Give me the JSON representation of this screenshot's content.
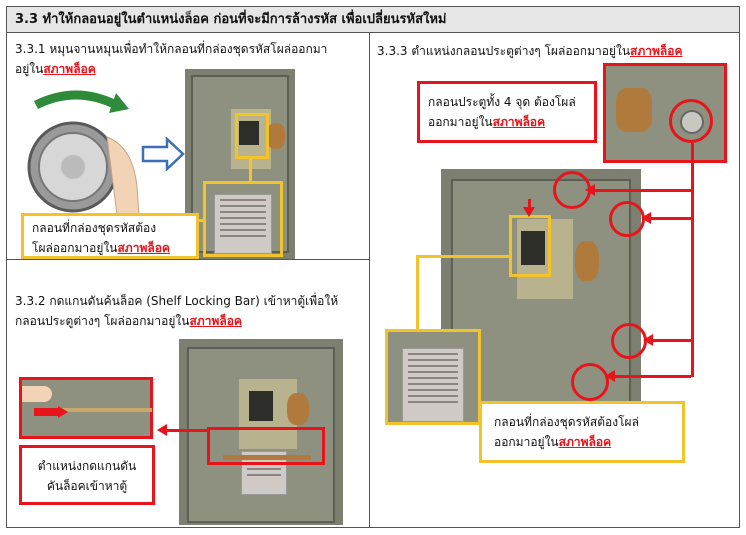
{
  "header": {
    "title": "3.3 ทำให้กลอนอยู่ในตำแหน่งล็อค ก่อนที่จะมีการล้างรหัส เพื่อเปลี่ยนรหัสใหม่"
  },
  "step1": {
    "line1": "3.3.1 หมุนจานหมุนเพื่อทำให้กลอนที่กล่องชุดรหัสโผล่ออกมา",
    "line2_prefix": "อยู่ใน",
    "line2_highlight": "สภาพล็อค",
    "callout_line1": "กลอนที่กล่องชุดรหัสต้อง",
    "callout_line2_prefix": "โผล่ออกมาอยู่ใน",
    "callout_highlight": "สภาพล็อค"
  },
  "step2": {
    "line1": "3.3.2 กดแกนดันค้นล็อค (Shelf Locking Bar) เข้าหาตู้เพื่อให้",
    "line2_prefix": "กลอนประตูต่างๆ โผล่ออกมาอยู่ใน",
    "line2_highlight": "สภาพล็อค",
    "callout_line1": "ตำแหน่งกดแกนดัน",
    "callout_line2": "คันล็อคเข้าหาตู้"
  },
  "step3": {
    "line1_prefix": "3.3.3 ตำแหน่งกลอนประตูต่างๆ โผล่ออกมาอยู่ใน",
    "line1_highlight": "สภาพล็อค",
    "callout_top_line1": "กลอนประตูทั้ง 4 จุด ต้องโผล่",
    "callout_top_line2_prefix": "ออกมาอยู่ใน",
    "callout_top_highlight": "สภาพล็อค",
    "callout_bottom_line1": "กลอนที่กล่องชุดรหัสต้องโผล่",
    "callout_bottom_line2_prefix": "ออกมาอยู่ใน",
    "callout_bottom_highlight": "สภาพล็อค"
  },
  "colors": {
    "accent_red": "#e8141b",
    "highlight_yellow": "#f2c32a",
    "arrow_blue": "#3b6fb6"
  }
}
